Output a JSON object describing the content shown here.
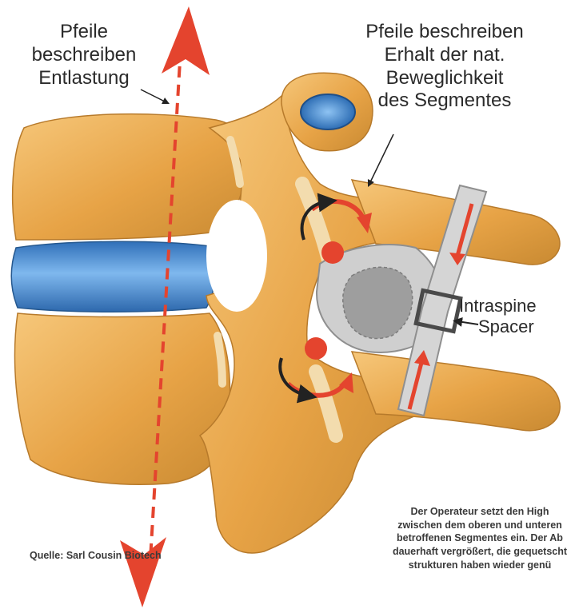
{
  "labels": {
    "unloading": [
      "Pfeile",
      "beschreiben",
      "Entlastung"
    ],
    "mobility": [
      "Pfeile beschreiben",
      "Erhalt der nat.",
      "Beweglichkeit",
      "des Segmentes"
    ],
    "spacer": [
      "Intraspine",
      "Spacer"
    ]
  },
  "caption": [
    "Der Operateur setzt den High",
    "zwischen dem oberen und unteren",
    "betroffenen Segmentes ein. Der Ab",
    "dauerhaft vergrößert, die gequetscht",
    "strukturen haben wieder genü"
  ],
  "source": "Quelle: Sarl Cousin Biotech",
  "colors": {
    "bone": "#e8a64a",
    "bone_shadow": "#c98a32",
    "disc": "#4a8fd6",
    "arrow": "#e4442e",
    "implant": "#c8c8c8",
    "text": "#2b2b2b"
  }
}
